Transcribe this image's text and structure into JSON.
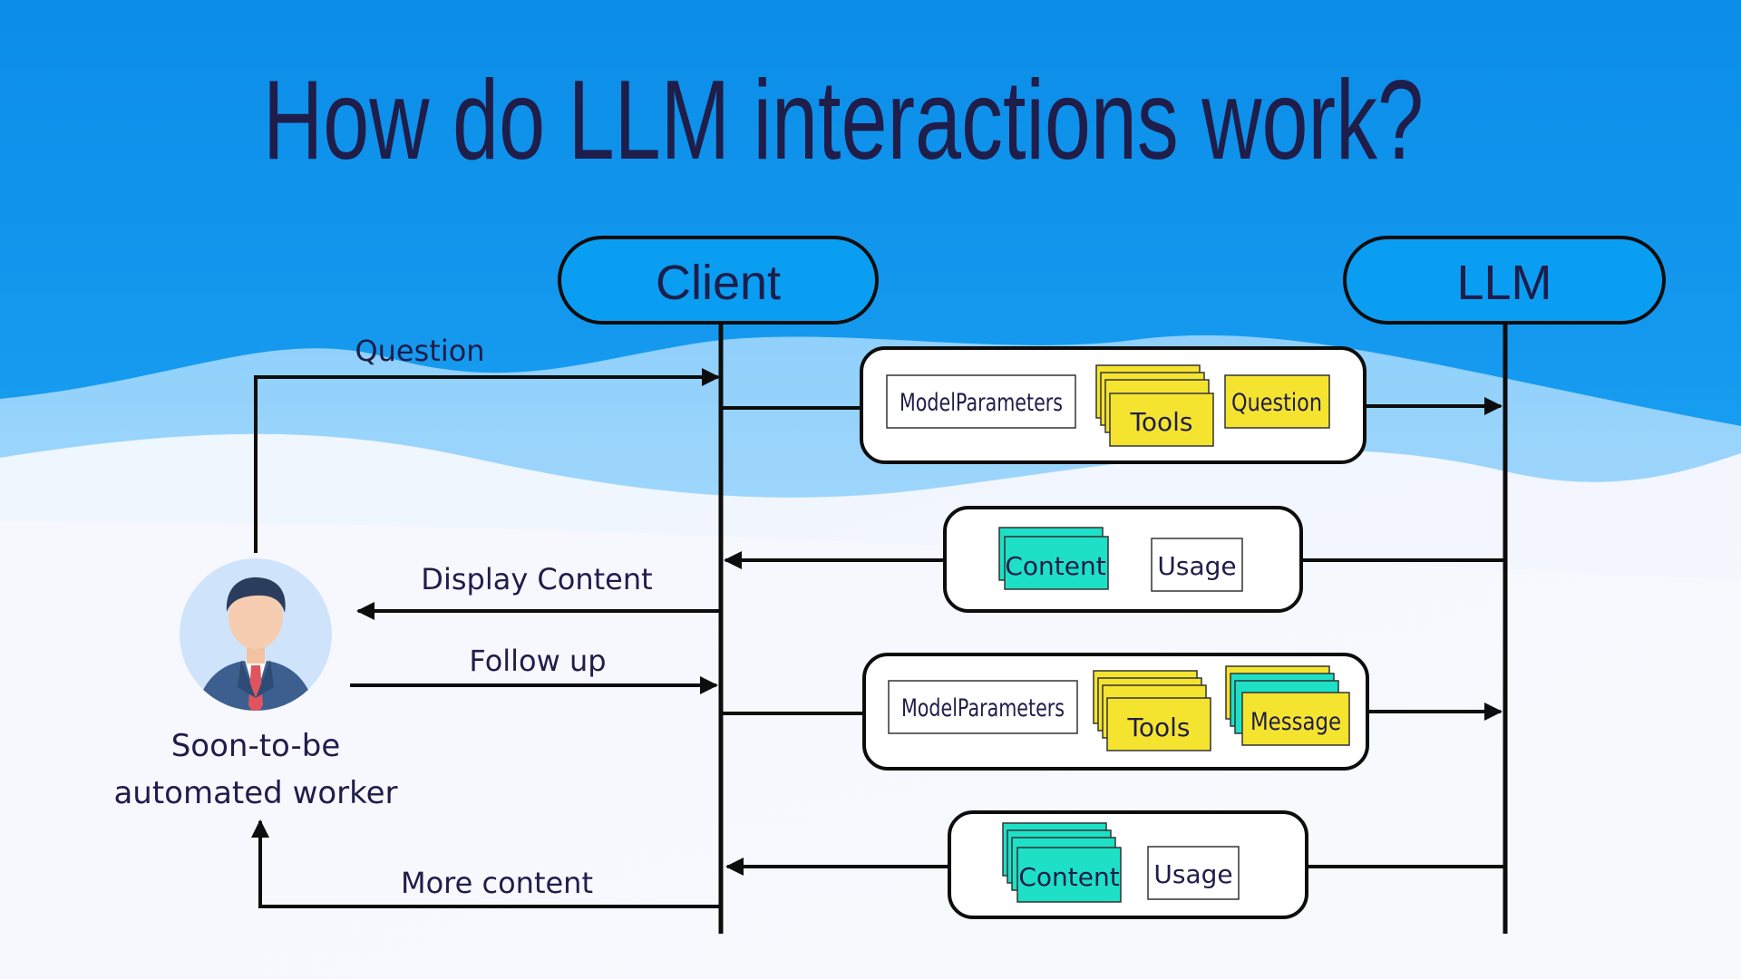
{
  "slide": {
    "title": "How do LLM interactions work?",
    "colors": {
      "sky_top": "#0a8fea",
      "sky_mid": "#43b1f5",
      "snow": "#f3f8fe",
      "ink": "#1f1d4a",
      "line": "#0d0d0d",
      "yellow": "#f5e42f",
      "teal": "#1de0c6",
      "pill_fill": "#0a9ef2"
    }
  },
  "actors": {
    "client": "Client",
    "llm": "LLM",
    "worker_line1": "Soon-to-be",
    "worker_line2": "automated worker",
    "worker_icon": "businessman-avatar-icon"
  },
  "left_flows": {
    "question": "Question",
    "display_content": "Display Content",
    "follow_up": "Follow up",
    "more_content": "More content"
  },
  "messages": {
    "request1": {
      "model_parameters": "ModelParameters",
      "tools": "Tools",
      "question": "Question"
    },
    "response1": {
      "content": "Content",
      "usage": "Usage"
    },
    "request2": {
      "model_parameters": "ModelParameters",
      "tools": "Tools",
      "message": "Message"
    },
    "response2": {
      "content": "Content",
      "usage": "Usage"
    }
  }
}
